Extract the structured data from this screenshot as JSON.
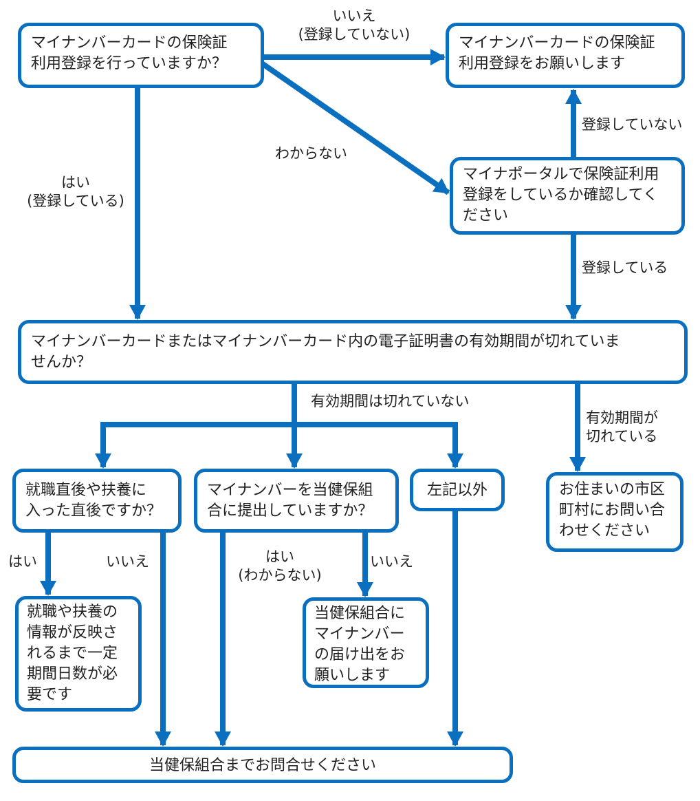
{
  "boxes": {
    "q_registered": "マイナンバーカードの保険証\n利用登録を行っていますか？",
    "please_register": "マイナンバーカードの保険証\n利用登録をお願いします",
    "check_portal": "マイナポータルで保険証利用\n登録をしているか確認してく\nださい",
    "q_expired": "マイナンバーカードまたはマイナンバーカード内の電子証明書の有効期間が切れていま\nせんか？",
    "q_just_joined": "就職直後や扶養に\n入った直後ですか？",
    "q_submitted": "マイナンバーを当健保組\n合に提出していますか？",
    "other": "左記以外",
    "contact_city": "お住まいの市区\n町村にお問い合\nわせください",
    "wait_reflect": "就職や扶養の\n情報が反映さ\nれるまで一定\n期間日数が必\n要です",
    "submit_number": "当健保組合に\nマイナンバー\nの届け出をお\n願いします",
    "contact_union": "当健保組合までお問合せください"
  },
  "labels": {
    "no_not_registered": "いいえ\n(登録していない)",
    "dont_know": "わからない",
    "yes_registered": "はい\n(登録している)",
    "not_registered": "登録していない",
    "registered": "登録している",
    "not_expired": "有効期間は切れていない",
    "expired": "有効期間が\n切れている",
    "yes": "はい",
    "no": "いいえ",
    "yes_dont_know": "はい\n(わからない)",
    "no2": "いいえ"
  },
  "colors": {
    "accent": "#0b6fc0"
  }
}
